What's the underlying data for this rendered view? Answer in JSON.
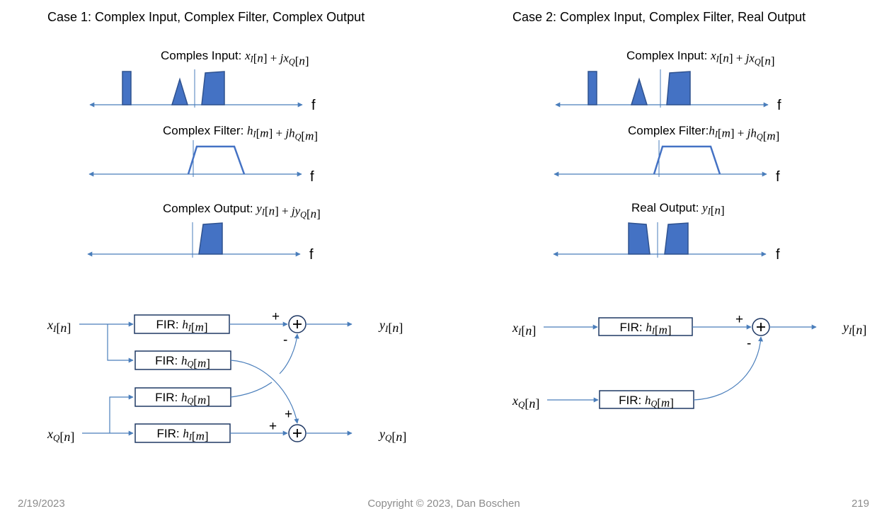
{
  "case1": {
    "title": "Case 1: Complex Input, Complex Filter, Complex Output",
    "input_label": "Comples Input: ",
    "input_expr": "x_I[n] + jx_Q[n]",
    "filter_label": "Complex Filter: ",
    "filter_expr": "h_I[m] + jh_Q[m]",
    "output_label": "Complex Output: ",
    "output_expr": "y_I[n] + jy_Q[n]",
    "axis_label": "f",
    "block": {
      "xI": "x_I[n]",
      "xQ": "x_Q[n]",
      "yI": "y_I[n]",
      "yQ": "y_Q[n]",
      "fir_hI": "h_I[m]",
      "fir_hQ": "h_Q[m]",
      "fir_prefix": "FIR: ",
      "plus": "+",
      "minus": "-"
    }
  },
  "case2": {
    "title": "Case 2: Complex Input, Complex Filter, Real Output",
    "input_label": "Complex Input: ",
    "input_expr": "x_I[n] + jx_Q[n]",
    "filter_label": "Complex Filter:",
    "filter_expr": "h_I[m] + jh_Q[m]",
    "output_label": "Real Output: ",
    "output_expr": "y_I[n]",
    "axis_label": "f",
    "block": {
      "xI": "x_I[n]",
      "xQ": "x_Q[n]",
      "yI": "y_I[n]",
      "fir_hI": "h_I[m]",
      "fir_hQ": "h_Q[m]",
      "fir_prefix": "FIR: ",
      "plus": "+",
      "minus": "-"
    }
  },
  "footer": {
    "date": "2/19/2023",
    "copyright": "Copyright © 2023, Dan Boschen",
    "page": "219"
  },
  "colors": {
    "shape_fill": "#4472c4",
    "shape_stroke": "#2f528f",
    "line": "#4a7ebb",
    "box_stroke": "#1f3864"
  }
}
